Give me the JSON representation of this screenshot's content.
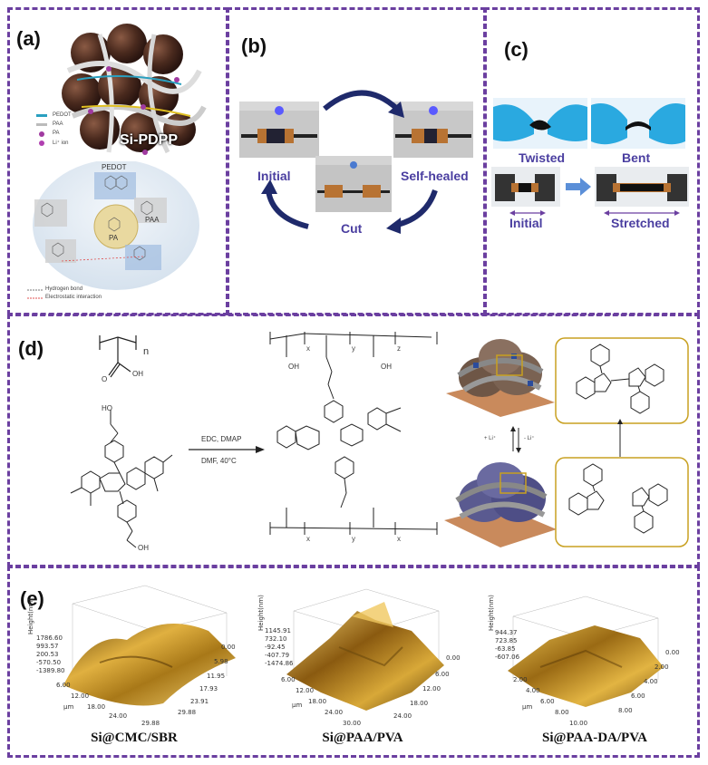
{
  "panels": {
    "a": {
      "label": "(a)",
      "title": "Si-PDPP",
      "legend": [
        "PEDOT",
        "PAA",
        "PA",
        "Li⁺ ion"
      ],
      "chem_labels": {
        "pedot": "PEDOT",
        "paa": "PAA",
        "pa": "PA"
      },
      "footnotes": [
        "Hydrogen bond",
        "Electrostatic interaction"
      ]
    },
    "b": {
      "label": "(b)",
      "captions": {
        "initial": "Initial",
        "self_healed": "Self-healed",
        "cut": "Cut"
      }
    },
    "c": {
      "label": "(c)",
      "captions": {
        "twisted": "Twisted",
        "bent": "Bent",
        "initial": "Initial",
        "stretched": "Stretched"
      }
    },
    "d": {
      "label": "(d)",
      "reaction_conditions": [
        "EDC, DMAP",
        "DMF, 40°C"
      ],
      "subscripts": {
        "n": "n",
        "x": "x",
        "y": "y",
        "z": "z"
      },
      "oh_label": "OH",
      "o_label": "O",
      "ho_label": "HO",
      "li_in": "+ Li⁺",
      "li_out": "- Li⁺"
    },
    "e": {
      "label": "(e)",
      "plots": [
        {
          "name": "Si@CMC/SBR",
          "z_ticks": [
            "1786.60",
            "993.57",
            "200.53",
            "-570.50",
            "-1389.80"
          ],
          "x_ticks": [
            "6.00",
            "12.00",
            "18.00",
            "24.00",
            "29.88"
          ],
          "y_ticks": [
            "0.00",
            "5.98",
            "11.95",
            "17.93",
            "23.91",
            "29.88"
          ],
          "unit": "μm",
          "z_axis": "Height(nm)"
        },
        {
          "name": "Si@PAA/PVA",
          "z_ticks": [
            "1145.91",
            "732.10",
            "-92.45",
            "-407.79",
            "-1474.86"
          ],
          "x_ticks": [
            "6.00",
            "12.00",
            "18.00",
            "24.00",
            "30.00"
          ],
          "y_ticks": [
            "0.00",
            "6.00",
            "12.00",
            "18.00",
            "24.00"
          ],
          "unit": "μm",
          "z_axis": "Height(nm)"
        },
        {
          "name": "Si@PAA-DA/PVA",
          "z_ticks": [
            "944.37",
            "723.85",
            "-63.85",
            "-607.06"
          ],
          "x_ticks": [
            "2.00",
            "4.00",
            "6.00",
            "8.00",
            "10.00"
          ],
          "y_ticks": [
            "0.00",
            "2.00",
            "4.00",
            "6.00",
            "8.00"
          ],
          "unit": "μm",
          "z_axis": "Height(nm)"
        }
      ]
    }
  },
  "colors": {
    "border": "#6b3fa0",
    "caption": "#4a3ea0",
    "arrow": "#1f2a6b",
    "gold": "#c8a020"
  }
}
